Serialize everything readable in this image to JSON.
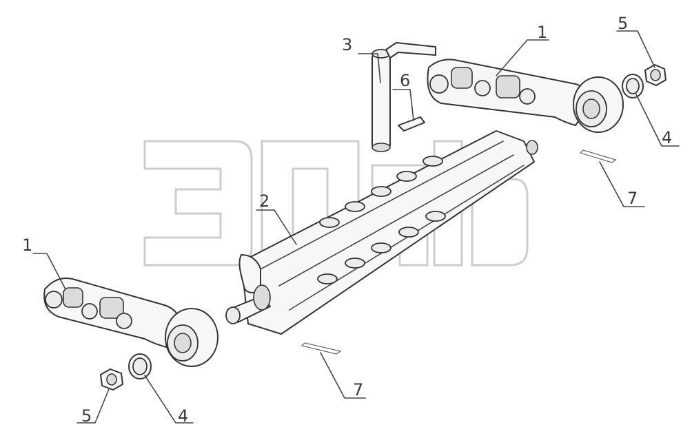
{
  "diagram": {
    "callouts": {
      "c1_top": "1",
      "c1_left": "1",
      "c2": "2",
      "c3": "3",
      "c4_top": "4",
      "c4_bottom": "4",
      "c5_top": "5",
      "c5_bottom": "5",
      "c6": "6",
      "c7_top": "7",
      "c7_bottom": "7"
    }
  }
}
